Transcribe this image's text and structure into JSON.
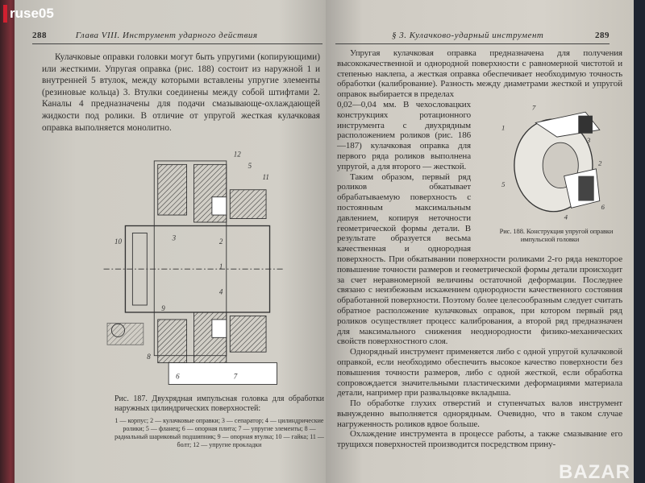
{
  "logo": {
    "text": "ruse05"
  },
  "watermark": {
    "text": "BAZAR"
  },
  "left_page": {
    "page_number": "288",
    "running_head": "Глава VIII. Инструмент ударного действия",
    "paragraph": "Кулачковые оправки головки могут быть упругими (копирующими) или жесткими. Упругая оправка (рис. 188) состоит из наружной 1 и внутренней 5 втулок, между которыми вставлены упругие элементы (резиновые кольца) 3. Втулки соединены между собой штифтами 2. Каналы 4 предназначены для подачи смазывающе-охлаждающей жидкости под ролики. В отличие от упругой жесткая кулачковая оправка выполняется монолитно.",
    "figure_labels": [
      "12",
      "5",
      "11",
      "10",
      "3",
      "2",
      "1",
      "4",
      "9",
      "8",
      "7",
      "6"
    ],
    "caption": "Рис. 187. Двухрядная импульсная головка для обработки наружных цилиндрических поверхностей:",
    "legend": "1 — корпус; 2 — кулачковые оправки; 3 — сепаратор; 4 — цилиндрические ролики; 5 — фланец; 6 — опорная плита; 7 — упругие элементы; 8 — радиальный шариковый подшипник; 9 — опорная втулка; 10 — гайка; 11 — болт; 12 — упругие прокладки"
  },
  "right_page": {
    "page_number": "289",
    "running_head": "§ 3. Кулачково-ударный инструмент",
    "para1": "Упругая кулачковая оправка предназначена для получения высококачественной и однородной поверхности с равномерной чистотой и степенью наклепа, а жесткая оправка обеспечивает необходимую точность обработки (калибрование). Разность между диаметрами жесткой и упругой оправок выбирается в пределах",
    "para2": "0,02—0,04 мм. В чехословацких конструкциях ротационного инструмента с двухрядным расположением роликов (рис. 186—187) кулачковая оправка для первого ряда роликов выполнена упругой, а для второго — жесткой.",
    "para3": "Таким образом, первый ряд роликов обкатывает обрабатываемую поверхность с постоянным максимальным давлением, копируя неточности геометрической формы детали. В результате образуется весьма качественная и однородная поверхность. При обкатывании поверхности роликами 2-го ряда некоторое повышение точности размеров и геометрической формы детали происходит за счет неравномерной величины остаточной деформации. Последнее связано с неизбежным искажением однородности качественного состояния обработанной поверхности. Поэтому более целесообразным следует считать обратное расположение кулачковых оправок, при котором первый ряд роликов осуществляет процесс калибрования, а второй ряд предназначен для максимального снижения неоднородности физико-механических свойств поверхностного слоя.",
    "para4": "Однорядный инструмент применяется либо с одной упругой кулачковой оправкой, если необходимо обеспечить высокое качество поверхности без повышения точности размеров, либо с одной жесткой, если обработка сопровождается значительными пластическими деформациями материала детали, например при развальцовке вкладыша.",
    "para5": "По обработке глухих отверстий и ступенчатых валов инструмент вынужденно выполняется однорядным. Очевидно, что в таком случае нагруженность роликов вдвое больше.",
    "para6": "Охлаждение инструмента в процессе работы, а также смазывание его трущихся поверхностей производится посредством прину-",
    "figure_labels": [
      "7",
      "3",
      "1",
      "2",
      "5",
      "4",
      "6"
    ],
    "caption": "Рис. 188. Конструкция упругой оправки импульсной головки"
  }
}
